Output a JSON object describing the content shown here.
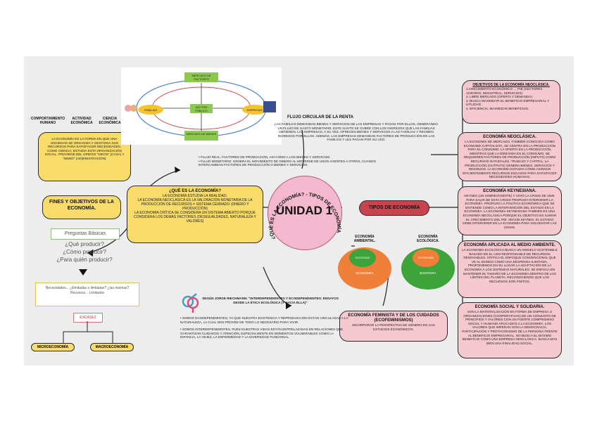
{
  "colors": {
    "yellow_box": "#f9dc6a",
    "pink_box": "#f6c9d1",
    "red_box": "#c9434f",
    "center_circle": "#f4b8cf",
    "orange_circle": "#f07f3a",
    "green_circle": "#3ea33a",
    "board": "#ecedec"
  },
  "center": {
    "title": "UNIDAD 1",
    "arc_text": "¿QUÉ ES LA ECONOMÍA? - TIPOS DE ECONOMÍA"
  },
  "top_left": {
    "labels": [
      "COMPORTAMIENTO HUMANO",
      "ACTIVIDAD ECONÓMICA",
      "CIENCIA ECONÓMICA"
    ],
    "definition": "LA ECONOMÍA ES LA FORMA EN QUE UNA SOCIEDAD SE ORGANIZA Y GESTIONA SUS RECURSOS PARA SATISFACER NECESIDADES. COMO CIENCIA, ESTUDIA ESTA ORGANIZACIÓN SOCIAL. PROVIENE DEL GRIEGO \"OIKOS\" (CASA) Y \"NEMÓ\" (ADMINISTRACIÓN)"
  },
  "circular_flow": {
    "diagram_labels": {
      "top": "MERCADO DE FACTORES",
      "bottom": "MERCADO DE BIENES",
      "center": "SECTOR PÚBLICO",
      "left": "FAMILIAS",
      "right": "EMPRESAS"
    },
    "title": "FLUJO CIRCULAR DE LA RENTA",
    "text": "LAS FAMILIAS DEMANDAN BIENES Y SERVICIOS DE LAS EMPRESAS Y PAGAN POR ELLOS, GENERANDO UN FLUJO DE GASTO MONETARIO. ESTE GASTO SE CUBRE CON LOS INGRESOS QUE LAS FAMILIAS OBTIENEN. LAS EMPRESAS, A SU VEZ, OFRECEN BIENES Y SERVICIOS A LAS FAMILIAS Y RECIBEN INGRESOS POR ELLOS. ADEMÁS, LAS EMPRESAS DEMANDAN FACTORES DE PRODUCCIÓN DE LAS FAMILIAS Y LES PAGAN POR SU USO.",
    "bullets": [
      "FLUJO REAL: FACTORES DE PRODUCCIÓN, ASÍ COMO A LOS BIENES Y SERVICIOS",
      "FLUJO MONETARIO: GENERA EL MOVIMIENTO DE DINERO AL MOVERSE DE UNOS AGENTES A OTROS, CUANDO INTERCAMBIAN FACTORES DE PRODUCCIÓN O BIENES Y SERVICIOS."
    ]
  },
  "que_es": {
    "title": "¿QUÉ ES LA ECONOMÍA?",
    "lines": [
      "LA ECONOMÍA ESTUDIA LA REALIDAD.",
      "LA ECONOMÍA NEOCLÁSICA ES LA VALORACIÓN MONETARIA DE LA PRODUCCIÓN DE RECURSOS = SISTEMA CERRADO (DINERO Y PRODUCCIÓN)",
      "LA ECONOMÍA CRÍTICA SE CONSIDERA UN SISTEMA ABIERTO PORQUE CONSIDERA LOS DEMÁS FACTORES (DESIGUALDADES, NATURALEZA Y VALORES)"
    ]
  },
  "fines": {
    "title": "FINES Y OBJETIVOS DE LA ECONOMÍA.",
    "preguntas_title": "Preguntas Básicas",
    "preguntas": [
      "¿Qué producir?",
      "¿Cómo producir?",
      "¿Para quién producir?"
    ],
    "necesidades": "Necesidades... ¿ilimitadas o limitadas? ¿las mismas?",
    "recursos": "Recursos... Limitados",
    "escasez": "ESCASEZ",
    "micro": "MICROECONOMÍA",
    "macro": "MACROECONOMÍA"
  },
  "tipos": {
    "title": "TIPOS DE ECONOMÍA"
  },
  "neoclasica_obj": {
    "title": "OBJETIVOS DE LA ECONOMÍA NEOCLÁSICA.",
    "items": [
      "1.CRECIMIENTO ECONÓMICO → PIB (SECTORES AGRARIO, INDUSTRIAL, SERVICIOS)",
      "2. LIBRE MERCADO (OFERTA Y DEMANDA)",
      "3. BUSCA MAXIMIZAR EL BENEFICIO EMPRESARIAL Y UTILIDAD.",
      "4. EFICIENCIA, MAXIMIZAR BENEFICIOS."
    ]
  },
  "neoclasica": {
    "title": "ECONOMÍA NEOCLÁSICA.",
    "text": "LA ECONOMÍA DE MERCADO, TAMBIÉN CONOCIDA COMO ECONOMÍA CAPITALISTA, SE CENTRA EN LA PRODUCCIÓN PARA EL CONSUMO. LA OFERTA ES LA PRODUCCIÓN, MIENTRAS QUE LA DEMANDA ES EL CONSUMO. SE REQUIEREN FACTORES DE PRODUCCIÓN (INPUTS) COMO RECURSOS NATURALES, TRABAJO Y CAPITAL. LA PRODUCCIÓN (OUTPUTS) GENERA BIENES, SERVICIOS Y RESIDUOS. LA ECONOMÍA ESTUDIA CÓMO ASIGNAR EFICIENTEMENTE RECURSOS ESCASOS PARA SATISFACER NECESIDADES HUMANAS."
  },
  "keynesiana": {
    "title": "ECONOMÍA KEYNESIANA.",
    "text": "KEYNES (UN SOBREVIVIENTE) Y VIVIÓ LA CRISIS DE 1929. PARA SALIR DE ESTA CRISIS PROPUSO INTERVENIR LA ECONOMÍA. PROPUSO LA POLÍTICA ECONÓMICA QUE SE ENTIENDE COMO LA INTERVENCIÓN DEL ESTADO EN LA ECONOMÍA. LA ECONOMÍA KEYNESIANA TAMBIÉN ES UNA ECONOMÍA NEOCLÁSICA PORQUE EL OBJETIVO ES SUMAR EL CRECIMIENTO DEL PIB. SEGÚN KEYNES, EL ESTADO DEBE INTERVENIR EN LA ECONOMÍA PARA SOLVENTAR LAS CRISIS."
  },
  "aplicada": {
    "title": "ECONOMÍA APLICADA AL MEDIO AMBIENTE.",
    "text": "LA ECONOMÍA ECOLÓGICA BUSCA UN MODELO SOSTENIBLE BASADO EN EL USO RESPONSABLE DE RECURSOS RENOVABLES. CRITICA EL ENFOQUE CONVENCIONAL QUE VE AL MUNDO COMO UNA DESPENSA ILIMITADA, PROPONIENDO EN SU LUGAR LA ADAPTACIÓN DE LA ECONOMÍA A LOS SISTEMAS NATURALES. SE ENFOCA EN MANTENER EL TAMAÑO DE LA ECONOMÍA DENTRO DE LOS LÍMITES DEL PLANETA, RECONOCIENDO QUE LOS RECURSOS SON FINITOS."
  },
  "social": {
    "title": "ECONOMÍA SOCIAL Y SOLIDARIA.",
    "text": "SON LA MATERIALIZACIÓN EN FORMA DE EMPRESA U ORGANIZACIONES (COOPERATIVAS) DE UN CONJUNTO DE PRINCIPIOS Y VALORES CON UN FUERTE COMPROMISO SOCIAL Y HUMANO APLICADOS A LA ECONOMÍA. LOS VALORES QUE IMPERAN SON LA DEMOCRACIA, PARTICIPACIÓN Y PROTAGONISMO DE LA PERSONA FRENTE AL BENEFICIO EMPRESARIAL. NO BUSCA EL MÁXIMO BENEFICIO COMO UNA EMPRESA NEOCLÁSICA. BUSCA MÁS BIEN UNA FINALIDAD SOCIAL."
  },
  "ambiental": {
    "label1": "ECONOMÍA AMBIENTAL.",
    "inner1": "SOCIEDAD",
    "outer1": "ECONOMÍA",
    "label2": "ECONOMÍA ECOLÓGICA.",
    "inner2": "ECONOMÍA",
    "outer2": "BIOSFERA"
  },
  "feminista": {
    "title": "ECONOMÍA FEMINISTA Y DE LOS CUIDADOS (ECOFEMINISMOS)",
    "text": "INCORPORAR LA PERSPECTIVA DE GÉNERO EN LOS ESTUDIOS ECONÓMICOS."
  },
  "herrero": {
    "title": "SEGÚN JORGE RIECHMANN: \"INTERDEPENDIENTES Y ECODEPENDIENTES: ENSAYOS DESDE LA ÉTICA ECOLÓGICA (Y HACIA ELLA)\"",
    "bullets": [
      "SOMOS ECODEPENDIENTES, YA QUE NUESTRA EXISTENCIA Y REPRODUCCIÓN ESTÁN VINCULADAS A LA NATURALEZA, LA CUAL NOS PROVEE DE TODO LO NECESARIO PARA VIVIR.",
      "SOMOS INTERDEPENDIENTES, PUES NUESTRAS VIDAS ESTÁN ENTRELAZADAS EN RELACIONES QUE GARANTIZAN CUIDADOS Y ATENCIÓN, ESPECIALMENTE EN MOMENTOS VULNERABLES COMO LA INFANCIA, LA VEJEZ, LA ENFERMEDAD Y LA DIVERSIDAD FUNCIONAL."
    ]
  }
}
